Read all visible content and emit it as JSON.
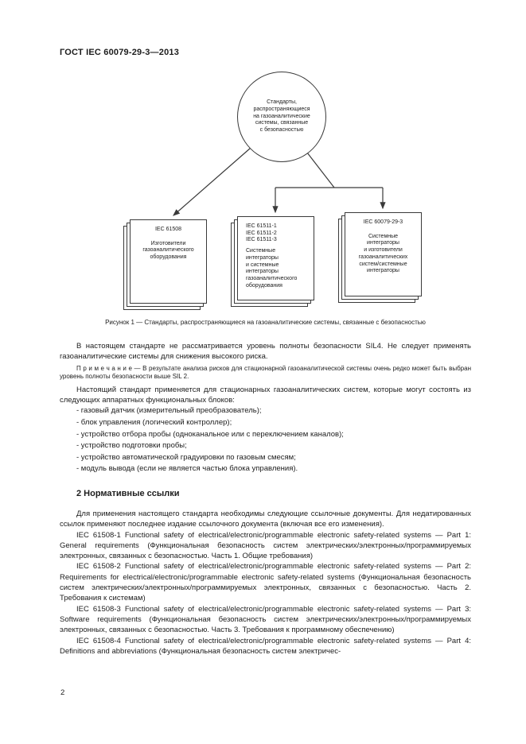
{
  "page": {
    "header": "ГОСТ IEC 60079-29-3—2013",
    "page_number": "2"
  },
  "figure": {
    "circle_text": "Стандарты,\nраспространяющиеся\nна газоаналитические\nсистемы, связанные\nс безопасностью",
    "boxes": [
      {
        "title": "IEC 61508",
        "body": "Изготовители\nгазоаналитического\nоборудования"
      },
      {
        "title": "IEC 61511-1\nIEC 61511-2\nIEC 61511-3",
        "body": "Системные\nинтеграторы\nи системные\nинтеграторы\nгазоаналитического\nоборудования"
      },
      {
        "title": "IEC 60079-29-3",
        "body": "Системные\nинтеграторы\nи изготовители\nгазоаналитических\nсистем/системные\nинтеграторы"
      }
    ],
    "caption": "Рисунок 1 — Стандарты, распространяющиеся на газоаналитические системы, связанные с безопасностью"
  },
  "content": {
    "para1": "В настоящем стандарте не рассматривается уровень полноты безопасности SIL4. Не следует применять газоаналитические системы для снижения высокого риска.",
    "note": "П р и м е ч а н и е — В результате анализа рисков для стационарной газоаналитической системы очень редко может быть выбран уровень полноты безопасности выше SIL 2.",
    "para2": "Настоящий стандарт применяется для стационарных газоаналитических систем, которые могут состоять из следующих аппаратных функциональных блоков:",
    "list": [
      "-   газовый датчик (измерительный преобразователь);",
      "-   блок управления (логический контроллер);",
      "-   устройство отбора пробы (одноканальное или с переключением каналов);",
      "-   устройство подготовки пробы;",
      "-   устройство автоматической градуировки по газовым смесям;",
      "-   модуль вывода (если не является частью блока управления)."
    ],
    "section_heading": "2  Нормативные ссылки",
    "para3": "Для применения настоящего стандарта необходимы следующие ссылочные документы. Для недатированных ссылок применяют последнее издание ссылочного документа (включая все его изменения).",
    "refs": [
      "IEC 61508-1 Functional safety of electrical/electronic/programmable electronic safety-related systems — Part 1: General requirements (Функциональная безопасность систем электрических/электронных/программируемых электронных, связанных с безопасностью. Часть 1. Общие требования)",
      "IEC 61508-2 Functional safety of electrical/electronic/programmable electronic safety-related systems — Part 2: Requirements for electrical/electronic/programmable electronic safety-related systems (Функциональная безопасность систем электрических/электронных/программируемых электронных, связанных с безопасностью. Часть 2. Требования к системам)",
      "IEC 61508-3 Functional safety of electrical/electronic/programmable electronic safety-related systems — Part 3: Software requirements (Функциональная безопасность систем электрических/электронных/программируемых электронных, связанных с безопасностью. Часть 3. Требования к программному обеспечению)",
      "IEC 61508-4 Functional safety of electrical/electronic/programmable electronic safety-related systems — Part 4: Definitions and abbreviations (Функциональная безопасность систем электричес-"
    ]
  }
}
